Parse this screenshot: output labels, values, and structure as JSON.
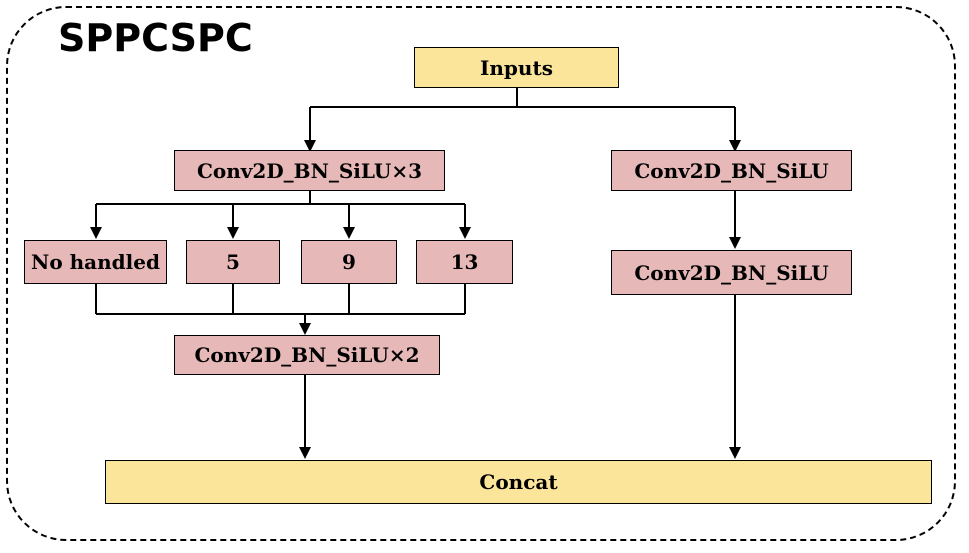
{
  "title": "SPPCSPC",
  "nodes": {
    "inputs": "Inputs",
    "conv_x3": "Conv2D_BN_SiLU×3",
    "conv_right_1": "Conv2D_BN_SiLU",
    "no_handled": "No handled",
    "pool_5": "5",
    "pool_9": "9",
    "pool_13": "13",
    "conv_right_2": "Conv2D_BN_SiLU",
    "conv_x2": "Conv2D_BN_SiLU×2",
    "concat": "Concat"
  },
  "colors": {
    "io_fill": "#fbe59b",
    "conv_fill": "#e6b9b8",
    "line": "#000000"
  }
}
